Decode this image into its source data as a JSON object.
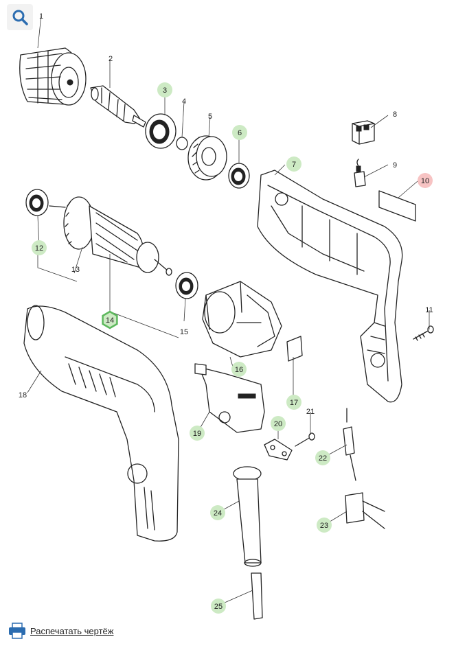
{
  "toolbar": {
    "zoom_icon": "magnifier-icon"
  },
  "footer": {
    "print_label": "Распечатать чертёж",
    "print_icon": "printer-icon"
  },
  "colors": {
    "green": "#cdeac4",
    "green_active": "#5cb85c",
    "red": "#f7c3c3",
    "plain": "#ffffff"
  },
  "callouts": [
    {
      "label": "1",
      "state": "plain"
    },
    {
      "label": "2",
      "state": "plain"
    },
    {
      "label": "3",
      "state": "green"
    },
    {
      "label": "4",
      "state": "plain"
    },
    {
      "label": "5",
      "state": "plain"
    },
    {
      "label": "6",
      "state": "green"
    },
    {
      "label": "7",
      "state": "green"
    },
    {
      "label": "8",
      "state": "plain"
    },
    {
      "label": "9",
      "state": "plain"
    },
    {
      "label": "10",
      "state": "red"
    },
    {
      "label": "11",
      "state": "plain"
    },
    {
      "label": "12",
      "state": "green"
    },
    {
      "label": "13",
      "state": "plain"
    },
    {
      "label": "14",
      "state": "green-active"
    },
    {
      "label": "15",
      "state": "plain"
    },
    {
      "label": "16",
      "state": "green"
    },
    {
      "label": "17",
      "state": "green"
    },
    {
      "label": "18",
      "state": "plain"
    },
    {
      "label": "19",
      "state": "green"
    },
    {
      "label": "20",
      "state": "green"
    },
    {
      "label": "21",
      "state": "plain"
    },
    {
      "label": "22",
      "state": "green"
    },
    {
      "label": "23",
      "state": "green"
    },
    {
      "label": "24",
      "state": "green"
    },
    {
      "label": "25",
      "state": "green"
    }
  ]
}
